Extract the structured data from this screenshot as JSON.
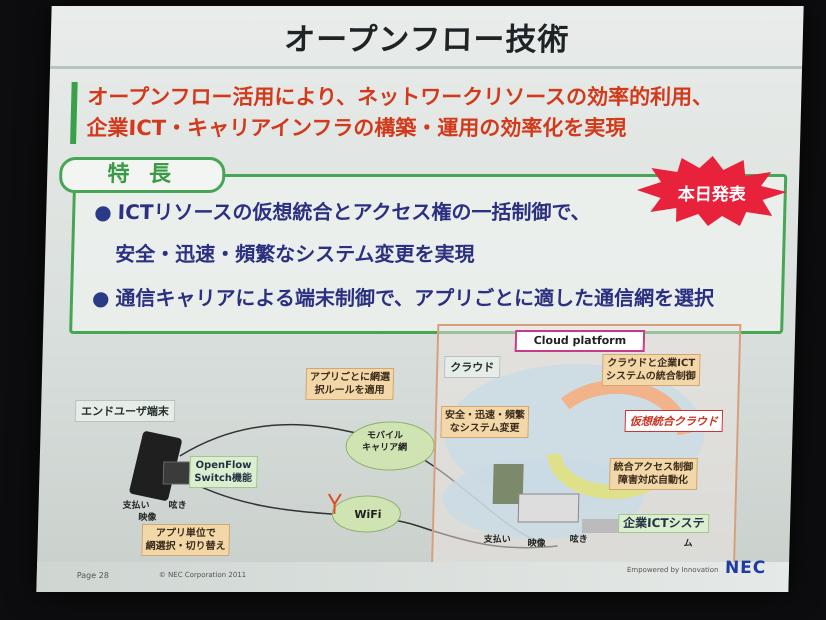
{
  "slide": {
    "title": "オープンフロー技術",
    "headline_line1": "オープンフロー活用により、ネットワークリソースの効率的利用、",
    "headline_line2": "企業ICT・キャリアインフラの構築・運用の効率化を実現",
    "feature_tab": "特 長",
    "badge": "本日発表",
    "bullets": [
      "ICTリソースの仮想統合とアクセス権の一括制御で、",
      "安全・迅速・頻繁なシステム変更を実現",
      "通信キャリアによる端末制御で、アプリごとに適した通信網を選択"
    ]
  },
  "diagram": {
    "end_user": "エンドユーザ端末",
    "openflow_switch_line1": "OpenFlow",
    "openflow_switch_line2": "Switch機能",
    "app_rule_line1": "アプリごとに網選",
    "app_rule_line2": "択ルールを適用",
    "mobile_line1": "モバイル",
    "mobile_line2": "キャリア網",
    "wifi": "WiFi",
    "app_switch_line1": "アプリ単位で",
    "app_switch_line2": "網選択・切り替え",
    "payment": "支払い",
    "video": "映像",
    "tweet": "呟き",
    "cloud": "クラウド",
    "cloud_platform": "Cloud platform",
    "cloud_enterprise_line1": "クラウドと企業ICT",
    "cloud_enterprise_line2": "システムの統合制御",
    "safe_change_line1": "安全・迅速・頻繁",
    "safe_change_line2": "なシステム変更",
    "virtual_cloud": "仮想統合クラウド",
    "access_control_line1": "統合アクセス制御",
    "access_control_line2": "障害対応自動化",
    "enterprise_ict": "企業ICTシステ",
    "enterprise_ict_tail": "ム"
  },
  "footer": {
    "page": "Page 28",
    "copyright": "© NEC Corporation 2011",
    "tagline": "Empowered by Innovation",
    "logo": "NEC"
  }
}
